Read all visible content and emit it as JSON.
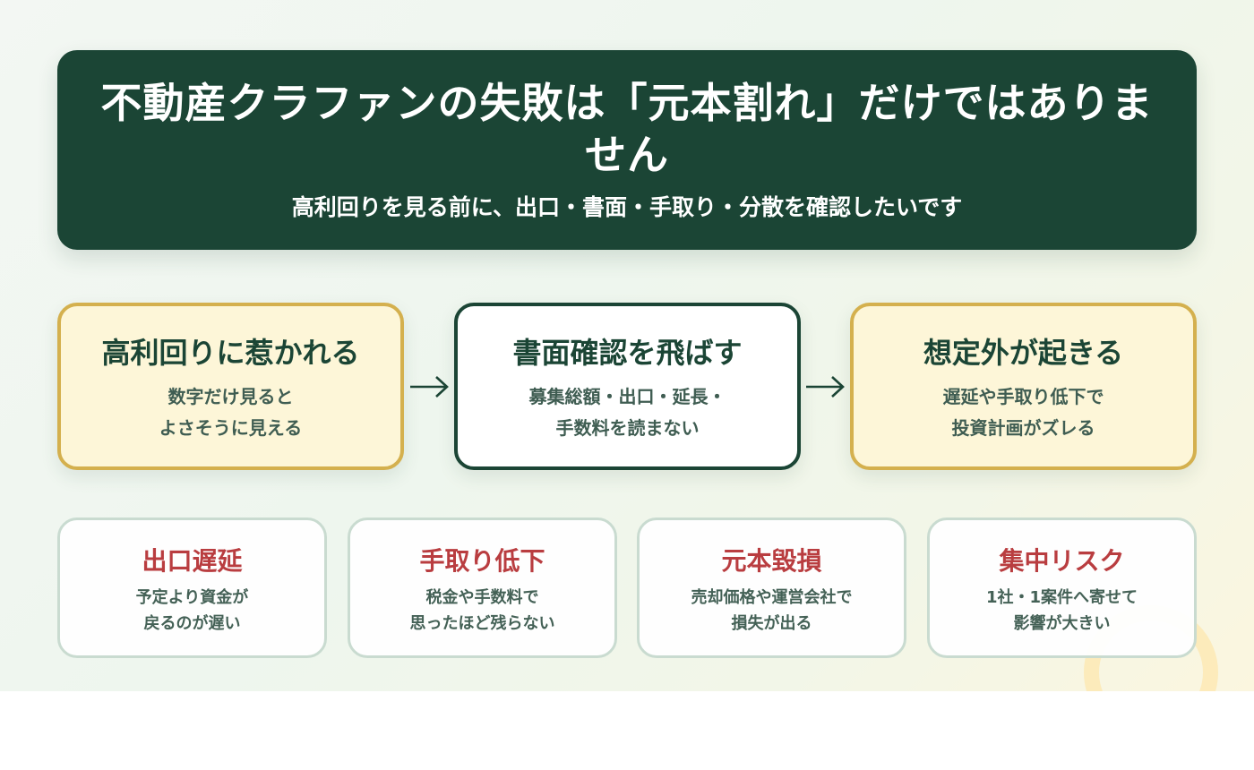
{
  "colors": {
    "primary_dark_green": "#1b4535",
    "gold_border": "#d4b04e",
    "gold_fill": "#fdf6d8",
    "risk_red": "#b8383b",
    "muted_text": "#3f5d52",
    "card_border": "#c8dbd0"
  },
  "hero": {
    "title": "不動産クラファンの失敗は「元本割れ」だけではありません",
    "subtitle": "高利回りを見る前に、出口・書面・手取り・分散を確認したいです"
  },
  "flow": {
    "steps": [
      {
        "title": "高利回りに惹かれる",
        "desc_line1": "数字だけ見ると",
        "desc_line2": "よさそうに見える",
        "style": "gold"
      },
      {
        "title": "書面確認を飛ばす",
        "desc_line1": "募集総額・出口・延長・",
        "desc_line2": "手数料を読まない",
        "style": "green"
      },
      {
        "title": "想定外が起きる",
        "desc_line1": "遅延や手取り低下で",
        "desc_line2": "投資計画がズレる",
        "style": "gold"
      }
    ],
    "arrow_icon": "right-arrow-icon"
  },
  "risks": [
    {
      "title": "出口遅延",
      "desc_line1": "予定より資金が",
      "desc_line2": "戻るのが遅い"
    },
    {
      "title": "手取り低下",
      "desc_line1": "税金や手数料で",
      "desc_line2": "思ったほど残らない"
    },
    {
      "title": "元本毀損",
      "desc_line1": "売却価格や運営会社で",
      "desc_line2": "損失が出る"
    },
    {
      "title": "集中リスク",
      "desc_line1": "1社・1案件へ寄せて",
      "desc_line2": "影響が大きい"
    }
  ]
}
